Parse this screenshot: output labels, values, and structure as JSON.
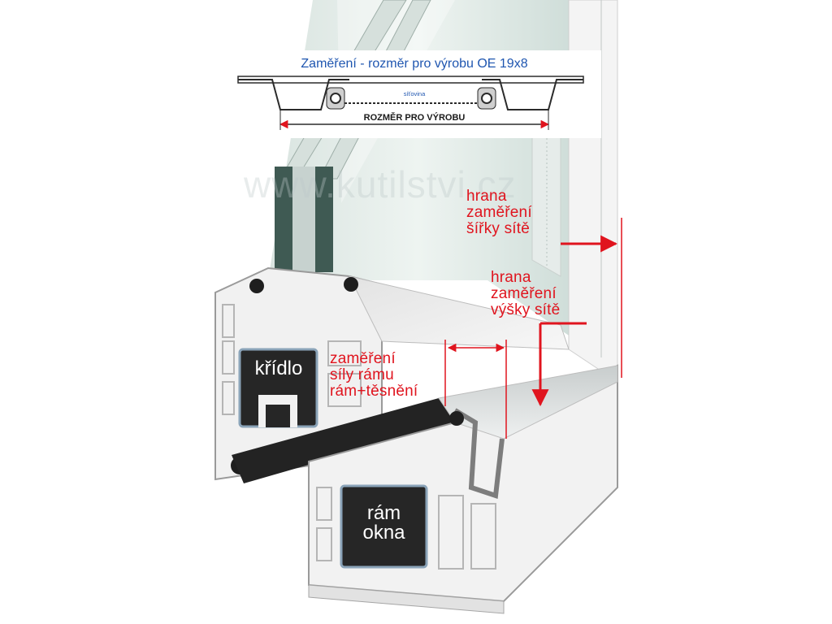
{
  "header": {
    "title": "Zaměření - rozměr pro výrobu OE 19x8",
    "mesh_label": "síťovina",
    "dimension_label": "ROZMĚR PRO VÝROBU"
  },
  "watermark": "www.kutilstvi.cz",
  "annotations": {
    "width_edge": "hrana\nzaměření\nšířky sítě",
    "height_edge": "hrana\nzaměření\nvýšky sítě",
    "frame_thickness": "zaměření\nsíly rámu\nrám+těsnění"
  },
  "profiles": {
    "sash": "křídlo",
    "frame": "rám\nokna"
  },
  "colors": {
    "annotation": "#e0141e",
    "header_text": "#1f56b0",
    "glass": "#3f5a53",
    "pvc": "#f2f2f2",
    "reinforcement": "#262626"
  }
}
